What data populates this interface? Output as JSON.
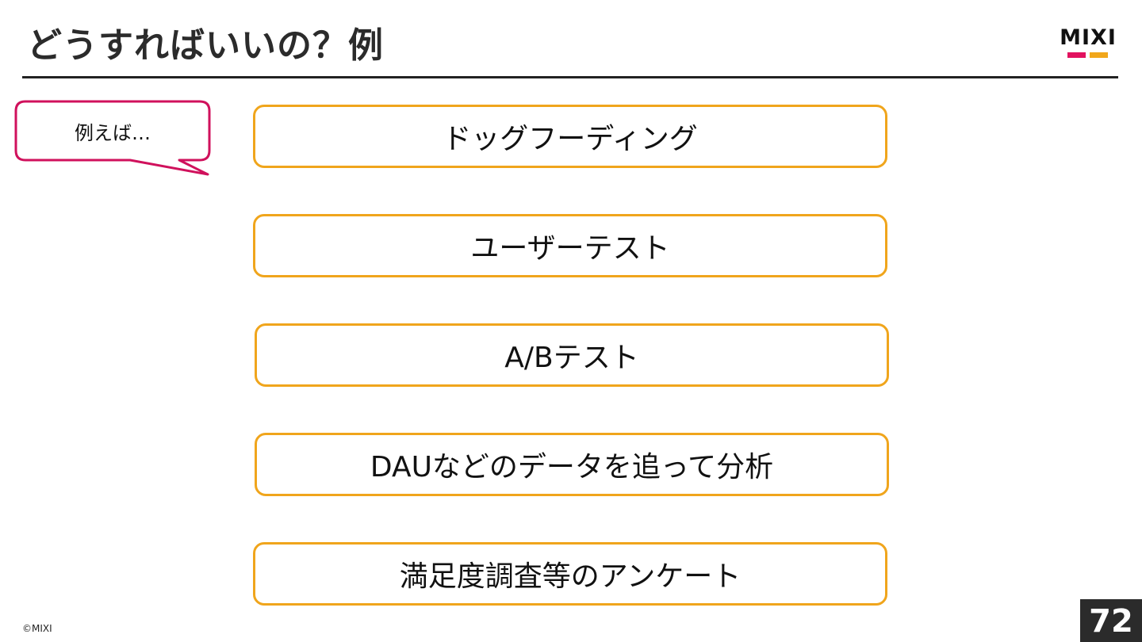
{
  "title": "どうすればいいの？例",
  "logo": {
    "text": "MIXI",
    "bar_colors": [
      "#e2125f",
      "#f1a71b"
    ]
  },
  "callout": {
    "text": "例えば…",
    "border_color": "#d0115c"
  },
  "items": [
    {
      "label": "ドッグフーディング"
    },
    {
      "label": "ユーザーテスト"
    },
    {
      "label": "A/Bテスト"
    },
    {
      "label": "DAUなどのデータを追って分析"
    },
    {
      "label": "満足度調査等のアンケート"
    }
  ],
  "box_border_color": "#f0a51c",
  "footer": {
    "copyright": "©MIXI",
    "page_number": "72"
  }
}
